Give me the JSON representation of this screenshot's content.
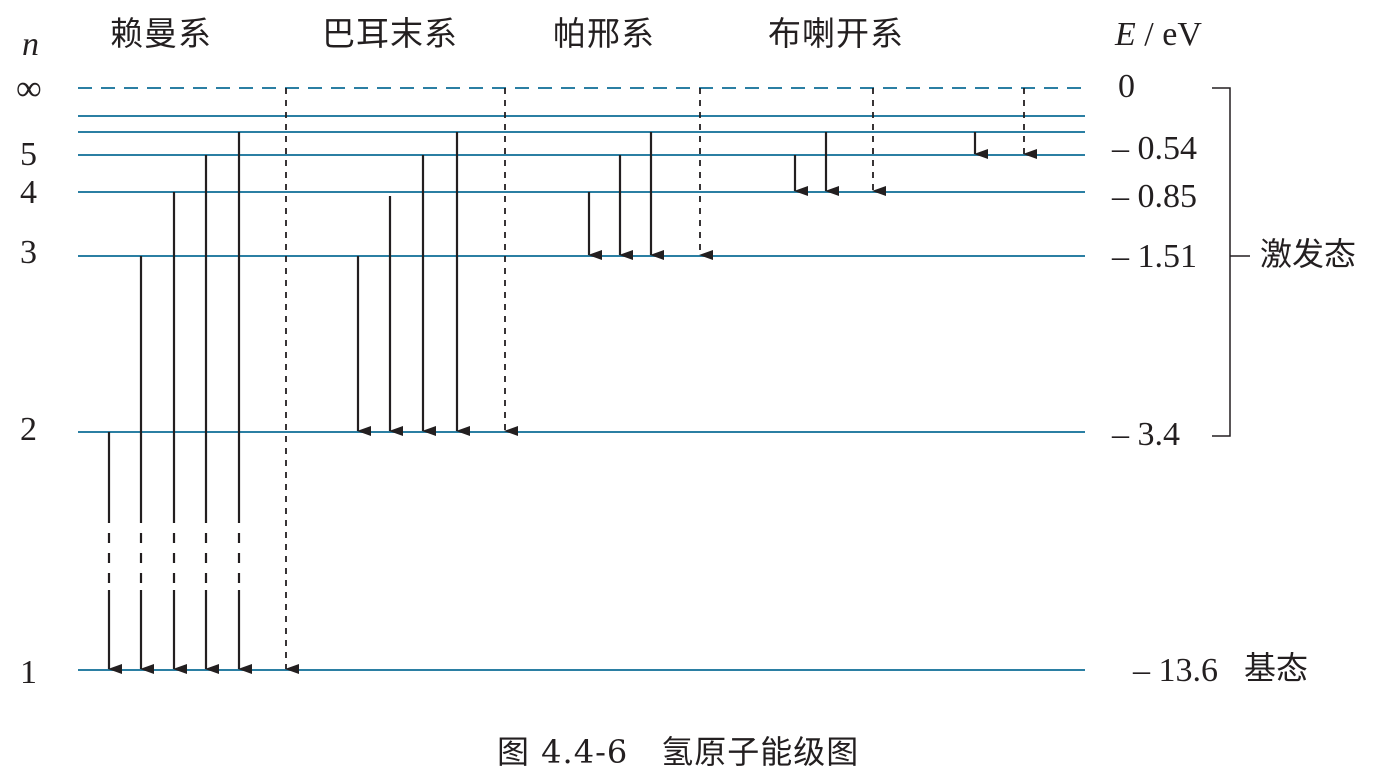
{
  "header": {
    "n_label": "n",
    "energy_label_var": "E",
    "energy_label_unit": " / eV"
  },
  "series_names": [
    "赖曼系",
    "巴耳末系",
    "帕邢系",
    "布喇开系"
  ],
  "levels": [
    {
      "n": "∞",
      "energy": "0",
      "dashed": true
    },
    {
      "n": "",
      "energy": "",
      "dashed": false
    },
    {
      "n": "",
      "energy": "",
      "dashed": false
    },
    {
      "n": "5",
      "energy": "– 0.54",
      "dashed": false
    },
    {
      "n": "4",
      "energy": "– 0.85",
      "dashed": false
    },
    {
      "n": "3",
      "energy": "– 1.51",
      "dashed": false
    },
    {
      "n": "2",
      "energy": "– 3.4",
      "dashed": false
    },
    {
      "n": "1",
      "energy": "– 13.6",
      "dashed": false
    }
  ],
  "state_labels": {
    "excited": "激发态",
    "ground": "基态"
  },
  "caption": "图 4.4-6　氢原子能级图",
  "colors": {
    "level_line": "#2b7fa3",
    "arrow": "#231f20",
    "text": "#231f20"
  }
}
